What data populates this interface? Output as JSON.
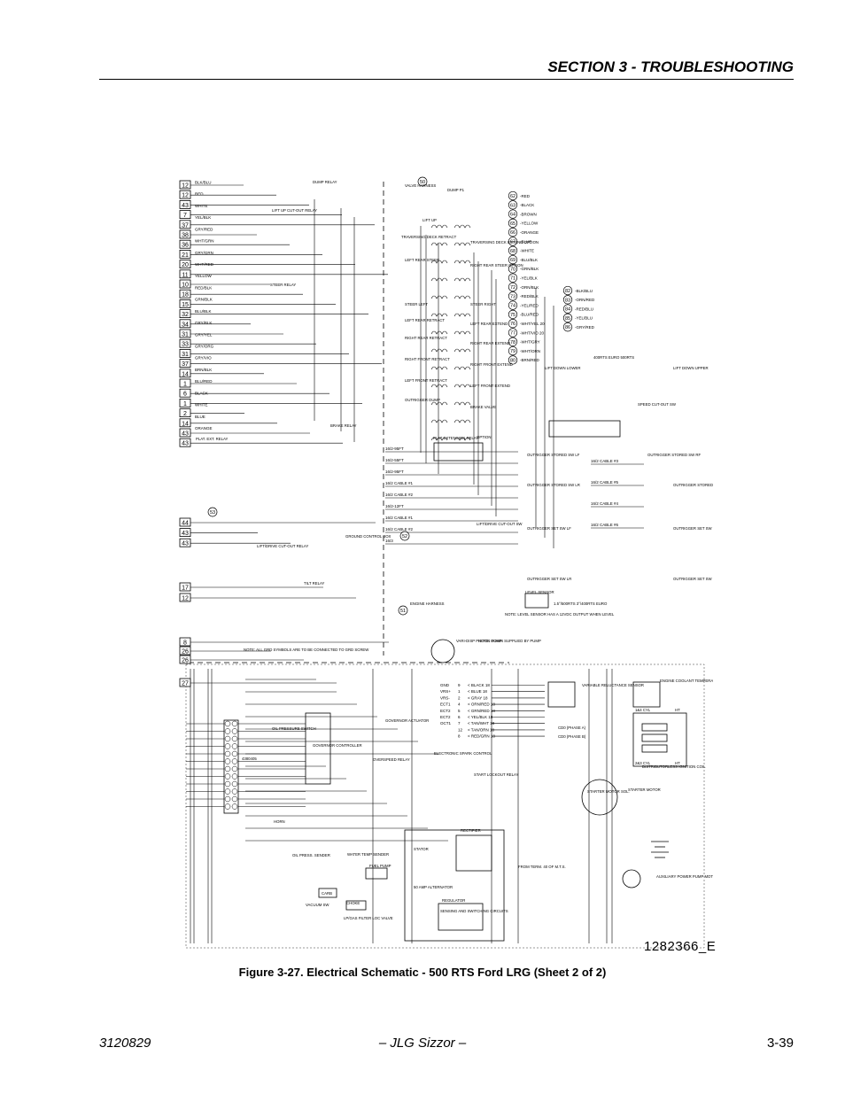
{
  "header": {
    "section_title": "SECTION 3 - TROUBLESHOOTING"
  },
  "figure": {
    "caption": "Figure 3-27.  Electrical Schematic - 500 RTS Ford LRG (Sheet 2 of 2)",
    "drawing_number": "1282366_E",
    "left_terminals": [
      "12",
      "12",
      "43",
      "7",
      "37",
      "38",
      "36",
      "21",
      "20",
      "11",
      "10",
      "18",
      "15",
      "32",
      "34",
      "31",
      "33",
      "31",
      "37",
      "14",
      "1",
      "6",
      "1",
      "2",
      "14",
      "43",
      "43",
      "44",
      "43",
      "43",
      "17",
      "12",
      "8",
      "26",
      "26",
      "27"
    ],
    "mid_connector_numbers": [
      "50",
      "51",
      "52",
      "53"
    ],
    "right_terminals": [
      "62",
      "63",
      "64",
      "65",
      "66",
      "67",
      "68",
      "69",
      "70",
      "71",
      "72",
      "73",
      "74",
      "75",
      "76",
      "77",
      "78",
      "79",
      "80"
    ],
    "right_terminals_2": [
      "82",
      "83",
      "84",
      "85",
      "86"
    ],
    "wire_labels_left": [
      "BLK/BLU",
      "RED",
      "WHITE",
      "YEL/BLK",
      "GRY/RED",
      "WHT/GRN",
      "GRY/GRN",
      "WHT/RED",
      "YELLOW",
      "RED/BLK",
      "GRN/BLK",
      "BLU/BLK",
      "GRY/BLK",
      "GRY/YEL",
      "GRY/ORG",
      "GRY/VIO",
      "BRN/BLK",
      "BLU/RED",
      "BLACK",
      "WHITE",
      "BLUE",
      "ORANGE"
    ],
    "wire_labels_right": [
      "-RED",
      "-BLACK",
      "-BROWN",
      "-YELLOW",
      "-ORANGE",
      "-BLUE",
      "-WHITE",
      "-BLU/BLK",
      "-GRN/BLK",
      "-YEL/BLK",
      "-ORN/BLK",
      "-RED/BLK",
      "-YEL/RED",
      "-BLU/RED",
      "-WHT/YEL 20",
      "-WHT/VIO 20",
      "-WHT/GRY",
      "-WHT/ORN",
      "-BRN/RED"
    ],
    "wire_labels_right_2": [
      "-BLK/BLU",
      "-ORN/RED",
      "-RED/BLU",
      "-YEL/BLU",
      "-GRY/RED"
    ],
    "component_labels": [
      "DUMP RELAY",
      "LIFT UP CUT-OUT RELAY",
      "STEER RELAY",
      "PLAT. EXT. RELAY",
      "BRAKE RELAY",
      "LIFT/DRIVE CUT-OUT RELAY",
      "TILT RELAY",
      "VALVE HARNESS",
      "DUMP P1",
      "LIFT UP",
      "TRAVERSING DECK RETRACT",
      "TRAVERSING DECK EXTEND OPTION",
      "LEFT REAR STEER",
      "RIGHT REAR STEER OPTION",
      "STEER LEFT",
      "STEER RIGHT",
      "LEFT REAR RETRACT",
      "LEFT REAR EXTEND",
      "RIGHT REAR RETRACT",
      "RIGHT REAR EXTEND",
      "RIGHT FRONT RETRACT",
      "RIGHT FRONT EXTEND",
      "LEFT FRONT RETRACT",
      "LEFT FRONT EXTEND",
      "OUTRIGGER DUMP",
      "BRAKE VALVE",
      "GROUND CONTROL BOX",
      "LIFT DOWN LOWER",
      "LIFT DOWN UPPER",
      "SPEED CUT-OUT SW",
      "PLAT EXTENSION RELAY",
      "OPTION",
      "OUTRIGGER STORED SW LF",
      "OUTRIGGER STORED SW RF",
      "OUTRIGGER STORED SW LR",
      "OUTRIGGER STORED SW RR",
      "OUTRIGGER SET SW LF",
      "OUTRIGGER SET SW RF",
      "OUTRIGGER SET SW LR",
      "OUTRIGGER SET SW RR",
      "LIFT/DRIVE CUT-OUT SW",
      "LEVEL SENSOR",
      "ENGINE HARNESS",
      "VARI-DISP PISTON PUMP",
      "NOTE: DOWN SUPPLIED BY PUMP",
      "NOTE: LEVEL SENSOR HAS A 12VDC OUTPUT WHEN LEVEL",
      "1.5°/500RTS 3°/400RTS EURO",
      "400RTS EURO 500RTS",
      "NOTE: ALL GRD SYMBOLS ARE TO BE CONNECTED TO GRD SCREW",
      "VARIABLE RELUCTANCE SENSOR",
      "ENGINE COOLANT TEMPERATURE SENSOR",
      "GOVERNOR CONTROLLER",
      "GOVERNOR ACTUATOR",
      "OIL PRESSURE SWITCH",
      "OVERSPEED RELAY",
      "START LOCKOUT RELAY",
      "ELECTRONIC SPARK CONTROL",
      "DISTRIBUTORLESS IGNITION COIL",
      "STARTER MOTOR",
      "STARTER MOTOR SOL.",
      "HORN",
      "OIL PRESS. SENDER",
      "WATER TEMP SENDER",
      "FUEL PUMP",
      "CARB",
      "CHOKE",
      "VACUUM SW",
      "LP/GAS FILTER LOC VALVE",
      "STATOR",
      "RECTIFIER",
      "50 AMP ALTERNATOR",
      "REGULATOR",
      "SENSING AND SWITCHING CIRCUITS",
      "AUXILIARY POWER PUMP MOTOR",
      "FROM TERM. 40 OF M.T.S.",
      "4380405"
    ],
    "cable_labels": [
      "16/2-95FT",
      "16/2-55FT",
      "16/2-95FT",
      "16/2 CABLE #1",
      "16/2 CABLE #2",
      "16/2-12FT",
      "16/2 CABLE #1",
      "16/2 CABLE #2",
      "16/3",
      "16/2 CABLE #3",
      "16/2 CABLE #5",
      "16/2 CABLE #4",
      "16/2 CABLE #6"
    ],
    "ecm_pins": [
      {
        "name": "GND",
        "pin": "9",
        "wire": "BLACK 18"
      },
      {
        "name": "VRS+",
        "pin": "1",
        "wire": "BLUE 18"
      },
      {
        "name": "VRS-",
        "pin": "2",
        "wire": "GRAY 18"
      },
      {
        "name": "ECT1",
        "pin": "4",
        "wire": "ORN/RED 18"
      },
      {
        "name": "ECT2",
        "pin": "5",
        "wire": "GRN/RED 18"
      },
      {
        "name": "ECT2",
        "pin": "6",
        "wire": "YEL/BLK 18"
      },
      {
        "name": "OCT1",
        "pin": "7",
        "wire": "TAN/WHT 18"
      },
      {
        "name": "",
        "pin": "12",
        "wire": "TAN/ORN 18"
      },
      {
        "name": "",
        "pin": "8",
        "wire": "RED/GRN 18"
      }
    ],
    "phase_labels": [
      "CD0 (PHASE A)",
      "CD0 (PHASE B)"
    ],
    "coil_labels": [
      "1&4 CYL",
      "HT",
      "2&3 CYL",
      "HT"
    ]
  },
  "footer": {
    "doc_number": "3120829",
    "product": "– JLG Sizzor –",
    "page": "3-39"
  }
}
